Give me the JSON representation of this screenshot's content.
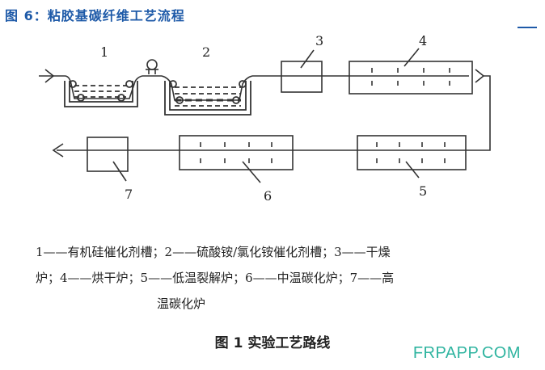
{
  "header": {
    "title": "图 6：粘胶基碳纤维工艺流程"
  },
  "diagram": {
    "labels": [
      "1",
      "2",
      "3",
      "4",
      "5",
      "6",
      "7"
    ]
  },
  "legend": {
    "line1": "1——有机硅催化剂槽；2——硫酸铵/氯化铵催化剂槽；3——干燥",
    "line2": "炉；4——烘干炉；5——低温裂解炉；6——中温碳化炉；7——高",
    "line3": "温碳化炉"
  },
  "caption": "图 1  实验工艺路线",
  "watermark": "FRPAPP.COM"
}
